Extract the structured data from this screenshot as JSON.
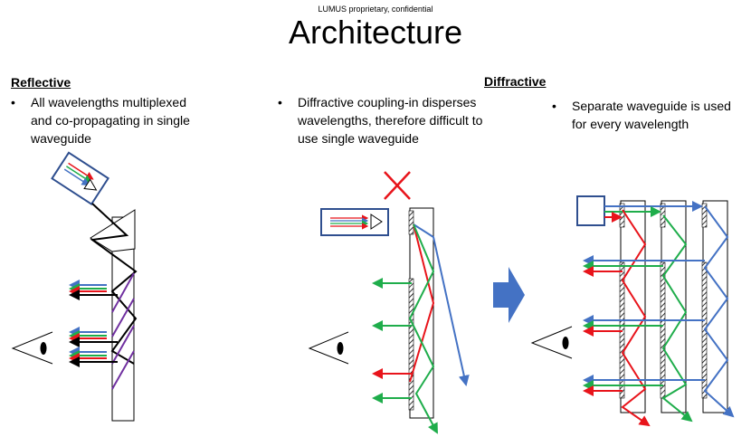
{
  "header": {
    "confidential": "LUMUS proprietary, confidential",
    "title": "Architecture"
  },
  "sections": {
    "reflective": {
      "heading": "Reflective",
      "bullet": [
        "All wavelengths multiplexed",
        "and co-propagating in single",
        "waveguide"
      ]
    },
    "diffractive": {
      "heading": "Diffractive",
      "bullet_left": [
        "Diffractive coupling-in disperses",
        "wavelengths, therefore difficult to",
        "use single waveguide"
      ],
      "bullet_right": [
        "Separate waveguide is used",
        "for every wavelength"
      ]
    }
  },
  "colors": {
    "red": "#e8141b",
    "green": "#1fad4b",
    "blue": "#4472c4",
    "purple": "#7030a0",
    "frame": "#2f4f8f",
    "cross": "#e8141b",
    "arrow": "#4472c4"
  },
  "symbols": {
    "bullet": "•"
  }
}
